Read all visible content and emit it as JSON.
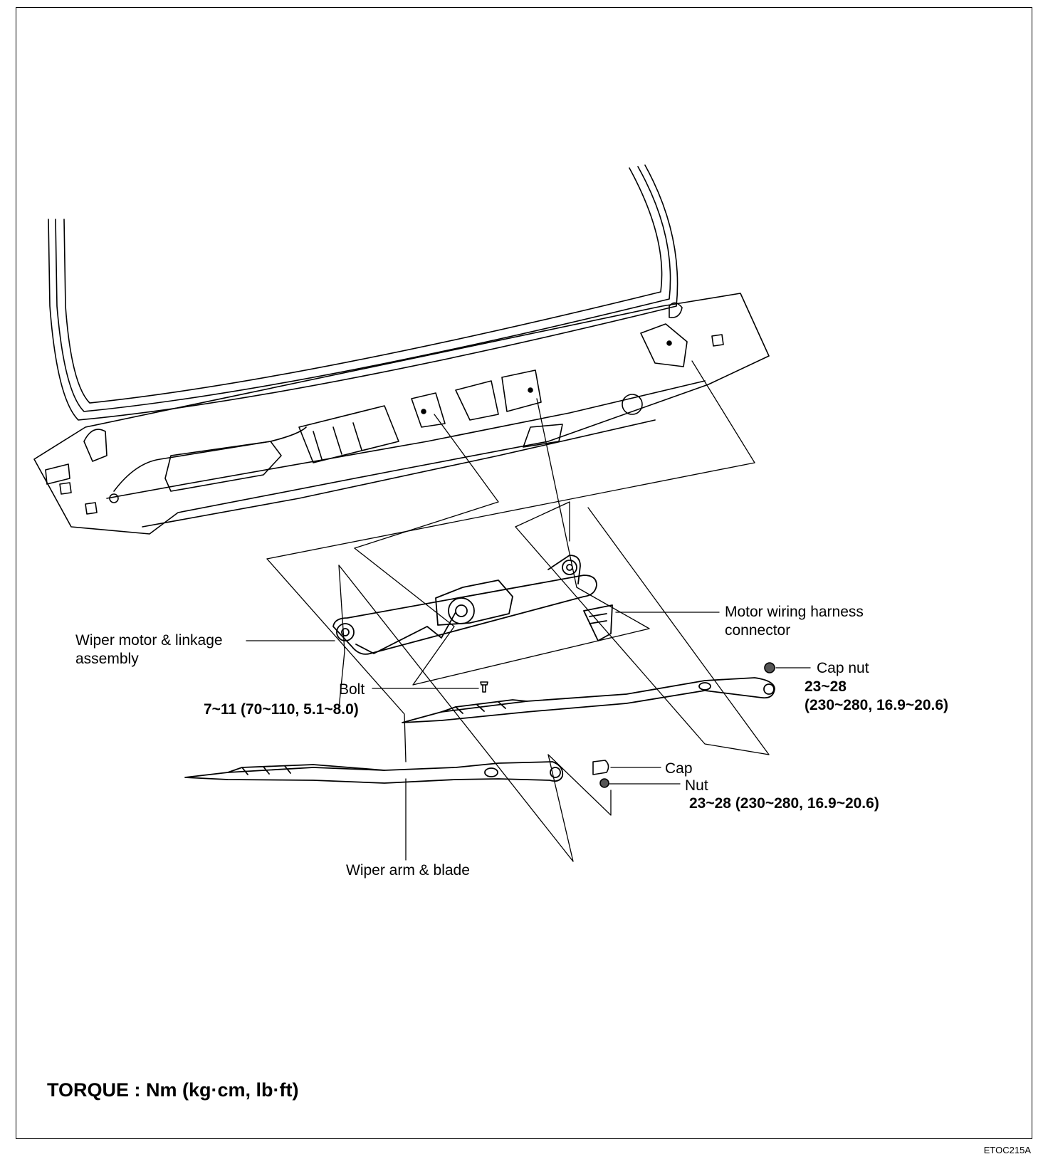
{
  "labels": {
    "wiper_motor_line1": "Wiper motor & linkage",
    "wiper_motor_line2": "assembly",
    "harness_line1": "Motor wiring harness",
    "harness_line2": "connector",
    "cap_nut": "Cap nut",
    "cap_nut_torque_line1": "23~28",
    "cap_nut_torque_line2": "(230~280, 16.9~20.6)",
    "bolt": "Bolt",
    "bolt_torque": "7~11 (70~110, 5.1~8.0)",
    "cap": "Cap",
    "nut": "Nut",
    "nut_torque": "23~28 (230~280, 16.9~20.6)",
    "wiper_arm": "Wiper arm & blade"
  },
  "footer": {
    "torque_units": "TORQUE : Nm (kg·cm, lb·ft)",
    "figure_code": "ETOC215A"
  },
  "icons": [
    "windshield-cowl-panel",
    "wiper-motor-linkage",
    "wiper-arm-blade",
    "cap-nut",
    "bolt",
    "cap",
    "nut"
  ]
}
